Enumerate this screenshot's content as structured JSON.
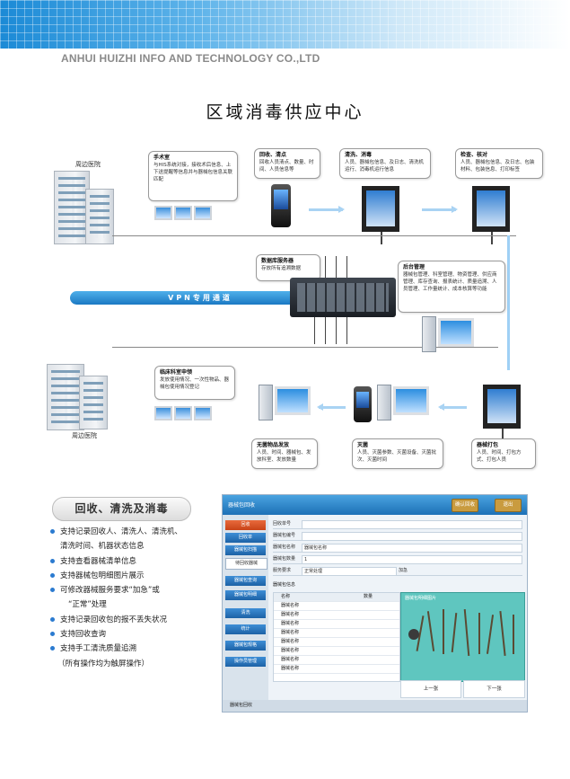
{
  "header": {
    "company": "ANHUI HUIZHI INFO AND TECHNOLOGY CO.,LTD"
  },
  "title": "区域消毒供应中心",
  "diagram": {
    "site_top": "周边医院",
    "site_bottom": "周边医院",
    "vpn": "VPN专用通道",
    "bubble_dept": {
      "title": "手术室",
      "text": "与HIS系统对接，接收术后信息、上下送提醒等信息并与器械包信息关联匹配"
    },
    "bubble_recycle": {
      "title": "回收、清点",
      "text": "回收人员清点、数量、时间、人员信息等"
    },
    "bubble_wash": {
      "title": "清洗、消毒",
      "text": "人员、器械包信息、及日志、清洗机运行、消毒机运行信息"
    },
    "bubble_pack": {
      "title": "检查、核对",
      "text": "人员、器械包信息、及日志、包装材料、包装信息、打印标签"
    },
    "bubble_server": {
      "title": "数据库服务器",
      "text": "存放所有追溯数据"
    },
    "bubble_mgmt": {
      "title": "后台管理",
      "text": "器械包管理、科室管理、物资管理、供应商管理、库存查询、报表统计、质量追溯、人员管理、工作量统计、成本核算等功能"
    },
    "bubble_ward": {
      "title": "临床科室申领",
      "text": "发放使用情况、一次性物品、器械包使用情况登记"
    },
    "bubble_store": {
      "title": "无菌物品发放",
      "text": "人员、时间、器械包、发放科室、发放数量"
    },
    "bubble_sterile": {
      "title": "灭菌",
      "text": "人员、灭菌参数、灭菌设备、灭菌批次、灭菌时间"
    },
    "bubble_packprint": {
      "title": "器械打包",
      "text": "人员、时间、打包方式、打包人员"
    }
  },
  "features": {
    "heading": "回收、清洗及消毒",
    "items": [
      "支持记录回收人、清洗人、清洗机、",
      "清洗时间、机器状态信息",
      "支持查看器械清单信息",
      "支持器械包明细图片展示",
      "可修改器械服务要求“加急”或",
      "“正常”处理",
      "支持记录回收包的报不丢失状况",
      "支持回收查询",
      "支持手工清洗质量追溯",
      "（所有操作均为触屏操作）"
    ]
  },
  "app": {
    "title": "器械包回收",
    "btn_confirm": "确认回收",
    "btn_exit": "退出",
    "side": [
      "回收",
      "回收单",
      "器械包扫描",
      "待回收器械",
      "器械包查询",
      "器械包明细",
      "清洗",
      "统计",
      "器械包规格",
      "操作员管理"
    ],
    "form": [
      {
        "label": "回收单号",
        "value": ""
      },
      {
        "label": "器械包编号",
        "value": ""
      },
      {
        "label": "器械包名称",
        "value": "器械包名称"
      },
      {
        "label": "器械包数量",
        "value": "1"
      },
      {
        "label": "服务要求",
        "value": "正常处理"
      }
    ],
    "urgent": "加急",
    "table_title": "器械包信息",
    "table_headers": [
      "名称",
      "数量"
    ],
    "table_rows": [
      "器械名称",
      "器械名称",
      "器械名称",
      "器械名称",
      "器械名称",
      "器械名称",
      "器械名称",
      "器械名称"
    ],
    "image_title": "器械包明细图片",
    "prev": "上一张",
    "next": "下一张",
    "status": "器械包回收"
  },
  "colors": {
    "accent": "#1d70b6",
    "vpn": "#1b79c3",
    "bullet": "#2b7bd0",
    "image_bg": "#5fc6bf"
  }
}
